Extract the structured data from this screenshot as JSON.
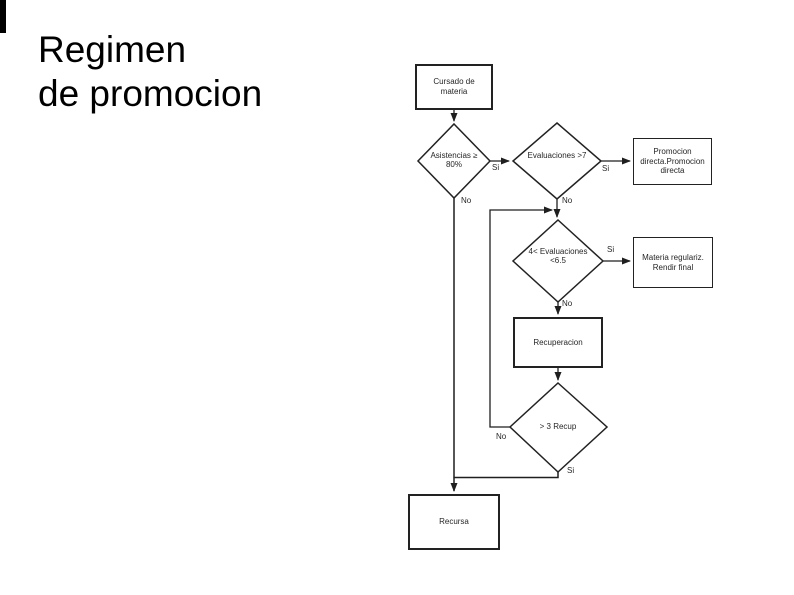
{
  "title": {
    "line1": "Regimen",
    "line2": "de promocion"
  },
  "colors": {
    "background": "#ffffff",
    "shape_fill": "#ffffff",
    "line": "#1f1f1f",
    "text": "#262626"
  },
  "flowchart": {
    "nodes": {
      "cursado": "Cursado de materia",
      "asistencias": "Asistencias ≥ 80%",
      "evaluaciones_7": "Evaluaciones >7",
      "promocion_directa": "Promocion directa.Promocion directa",
      "evaluaciones_rango": "4< Evaluaciones <6.5",
      "materia_regulariza": "Materia regulariz. Rendir final",
      "recuperacion": "Recuperacion",
      "mas_3_recup": "> 3 Recup",
      "recursa": "Recursa"
    },
    "labels": {
      "d1_si": "Si",
      "d1_no": "No",
      "d2_si": "Si",
      "d2_no": "No",
      "d3_si": "Si",
      "d3_no": "No",
      "d4_no": "No",
      "d4_si": "Si"
    }
  }
}
